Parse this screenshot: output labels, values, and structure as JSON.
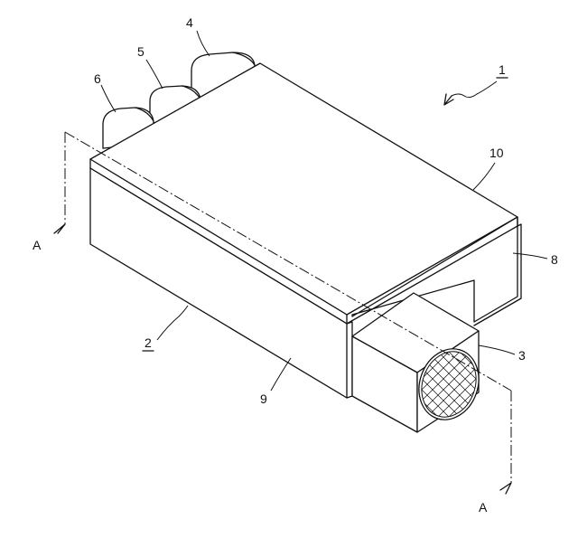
{
  "figure": {
    "labels": {
      "assembly": "1",
      "body": "2",
      "outlet": "3",
      "pipe_4": "4",
      "pipe_5": "5",
      "pipe_6": "6",
      "side_panel": "8",
      "front_face": "9",
      "top_face": "10",
      "section_a_top": "A",
      "section_a_bottom": "A"
    }
  }
}
